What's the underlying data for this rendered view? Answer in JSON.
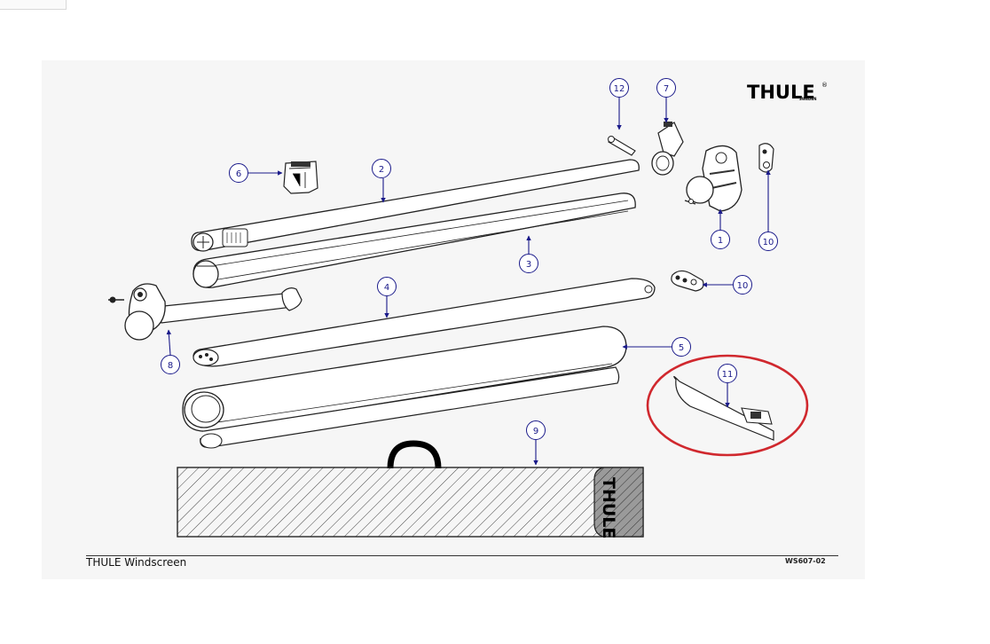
{
  "brand": {
    "logo_text": "THULE",
    "logo_subtext": "SWEDEN",
    "registered_mark": "®",
    "bag_label": "THULE"
  },
  "footer": {
    "title": "THULE Windscreen",
    "code": "WS607-02"
  },
  "callouts": [
    {
      "id": "c1",
      "label": "1"
    },
    {
      "id": "c2",
      "label": "2"
    },
    {
      "id": "c3",
      "label": "3"
    },
    {
      "id": "c4",
      "label": "4"
    },
    {
      "id": "c5",
      "label": "5"
    },
    {
      "id": "c6",
      "label": "6"
    },
    {
      "id": "c7",
      "label": "7"
    },
    {
      "id": "c8",
      "label": "8"
    },
    {
      "id": "c9",
      "label": "9"
    },
    {
      "id": "c10a",
      "label": "10"
    },
    {
      "id": "c10b",
      "label": "10"
    },
    {
      "id": "c11",
      "label": "11"
    },
    {
      "id": "c12",
      "label": "12"
    }
  ],
  "colors": {
    "callout": "#1a1a8a",
    "highlight": "#d0282e",
    "line": "#222222"
  }
}
